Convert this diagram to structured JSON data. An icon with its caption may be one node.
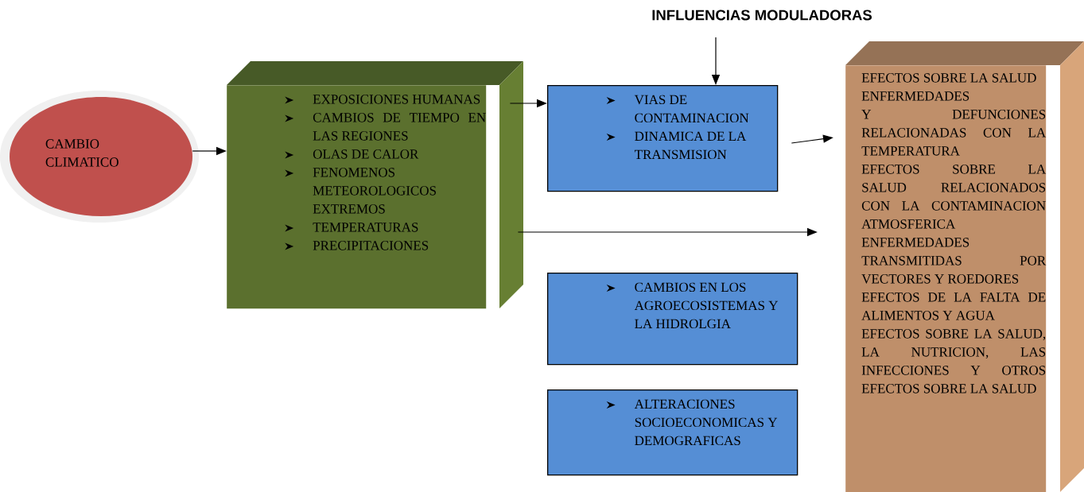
{
  "diagram": {
    "title": "INFLUENCIAS MODULADORAS",
    "nodes": [
      {
        "text": [
          "CAMBIO CLIMATICO"
        ]
      },
      {
        "text": [
          "EXPOSICIONES HUMANAS",
          "CAMBIOS DE TIEMPO EN LAS REGIONES",
          "OLAS DE CALOR",
          "FENOMENOS METEOROLOGICOS EXTREMOS",
          "TEMPERATURAS",
          "PRECIPITACIONES"
        ]
      },
      {
        "text": [
          "VIAS DE CONTAMINACION",
          "DINAMICA DE LA TRANSMISION"
        ]
      },
      {
        "text": [
          "CAMBIOS EN LOS AGROECOSISTEMAS Y LA HIDROLGIA"
        ]
      },
      {
        "text": [
          "ALTERACIONES SOCIOECONOMICAS Y DEMOGRAFICAS"
        ]
      },
      {
        "text": [
          "EFECTOS SOBRE LA SALUD",
          "ENFERMEDADES Y DEFUNCIONES RELACIONADAS CON LA TEMPERATURA",
          "EFECTOS SOBRE LA SALUD RELACIONADOS CON LA CONTAMINACION ATMOSFERICA",
          "ENFERMEDADES TRANSMITIDAS POR VECTORES Y ROEDORES",
          "EFECTOS DE LA FALTA DE ALIMENTOS Y AGUA",
          "EFECTOS SOBRE LA SALUD, LA NUTRICION, LAS INFECCIONES Y OTROS EFECTOS SOBRE LA SALUD"
        ]
      }
    ],
    "edges": [
      {
        "from": 0,
        "to": 1,
        "arrow": "to"
      },
      {
        "from": 1,
        "to": 2,
        "arrow": "to"
      },
      {
        "from": 2,
        "to": 5,
        "arrow": "to"
      },
      {
        "from": 1,
        "to": 5,
        "arrow": "to"
      },
      {
        "from": null,
        "to": 2,
        "arrow": "to"
      }
    ]
  }
}
